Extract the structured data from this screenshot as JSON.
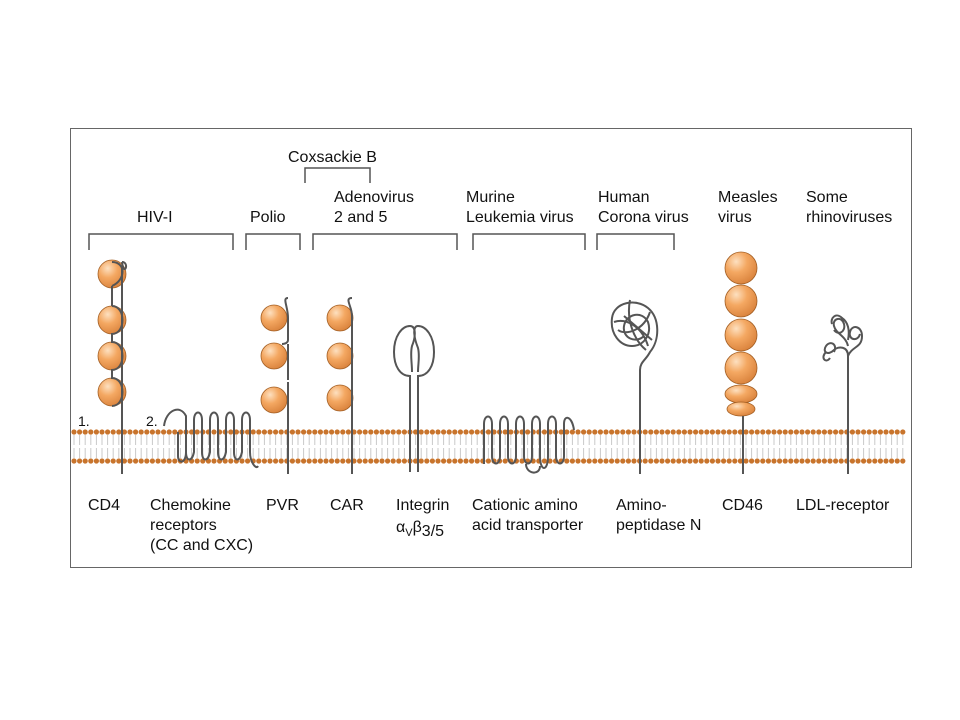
{
  "virus_labels": {
    "hiv": "HIV-I",
    "polio": "Polio",
    "coxsackie": "Coxsackie B",
    "adeno_1": "Adenovirus",
    "adeno_2": "2 and 5",
    "murine_1": "Murine",
    "murine_2": "Leukemia virus",
    "human_1": "Human",
    "human_2": "Corona virus",
    "measles_1": "Measles",
    "measles_2": "virus",
    "rhino_1": "Some",
    "rhino_2": "rhinoviruses"
  },
  "markers": {
    "one": "1.",
    "two": "2."
  },
  "receptor_labels": {
    "cd4": "CD4",
    "chemokine_1": "Chemokine",
    "chemokine_2": "receptors",
    "chemokine_3": "(CC and CXC)",
    "pvr": "PVR",
    "car": "CAR",
    "integrin_1": "Integrin",
    "integrin_2": "α",
    "integrin_2_sub1": "V",
    "integrin_2_beta": "β",
    "integrin_2_sub2": "3/5",
    "cationic_1": "Cationic amino",
    "cationic_2": "acid transporter",
    "amino_1": "Amino-",
    "amino_2": "peptidase N",
    "cd46": "CD46",
    "ldl": "LDL-receptor"
  },
  "colors": {
    "domain_fill": "#f2a05a",
    "domain_highlight": "#fbd2a8",
    "bead": "#c8742c",
    "chain": "#555555",
    "frame": "#666666"
  }
}
